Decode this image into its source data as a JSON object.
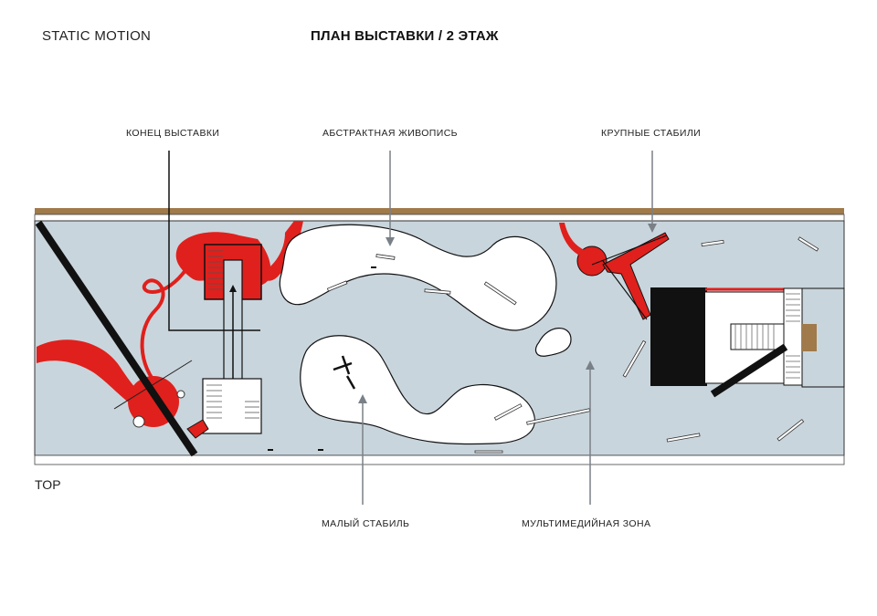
{
  "header": {
    "brand": "STATIC MOTION",
    "title": "ПЛАН ВЫСТАВКИ / 2 ЭТАЖ"
  },
  "labels": {
    "exhibition_end": "КОНЕЦ ВЫСТАВКИ",
    "abstract_painting": "АБСТРАКТНАЯ ЖИВОПИСЬ",
    "large_stabiles": "КРУПНЫЕ СТАБИЛИ",
    "small_stabile": "МАЛЫЙ СТАБИЛЬ",
    "multimedia_zone": "МУЛЬТИМЕДИЙНАЯ ЗОНА"
  },
  "footer": {
    "view_label": "TOP"
  },
  "colors": {
    "floor": "#c9d5dc",
    "accent_red": "#e0201c",
    "wood": "#a07a4a",
    "ink": "#111111",
    "leader": "#7a8087"
  }
}
